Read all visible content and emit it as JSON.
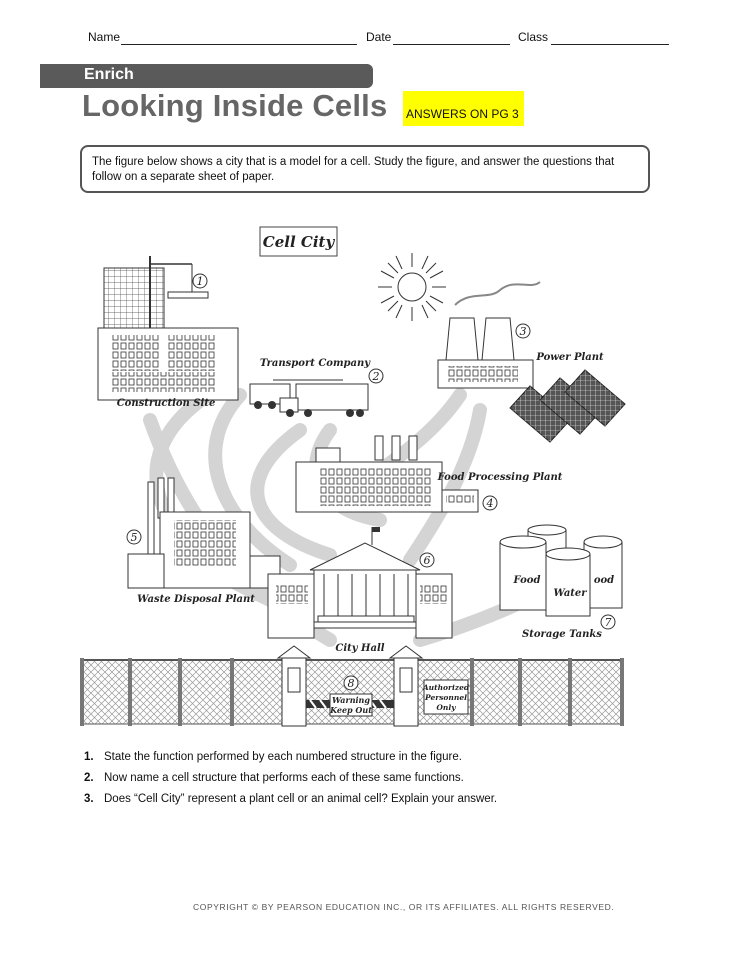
{
  "header": {
    "name_label": "Name",
    "date_label": "Date",
    "class_label": "Class"
  },
  "banner": {
    "label": "Enrich"
  },
  "title": "Looking Inside Cells",
  "answers_note": "ANSWERS ON PG 3",
  "intro": "The figure below shows a city that is a model for a cell. Study the figure, and answer the questions that follow on a separate sheet of paper.",
  "figure": {
    "title": "Cell City",
    "labels": {
      "construction_site": "Construction Site",
      "transport_company": "Transport Company",
      "power_plant": "Power Plant",
      "food_processing_plant": "Food Processing Plant",
      "waste_disposal_plant": "Waste Disposal Plant",
      "city_hall": "City Hall",
      "storage_tanks": "Storage Tanks",
      "tank_food": "Food",
      "tank_water": "Water",
      "tank_food_partial": "ood",
      "warning_1": "Warning",
      "warning_2": "Keep Out",
      "authorized_1": "Authorized",
      "authorized_2": "Personnel",
      "authorized_3": "Only"
    },
    "numbers": [
      "1",
      "2",
      "3",
      "4",
      "5",
      "6",
      "7",
      "8"
    ]
  },
  "questions": [
    {
      "num": "1.",
      "text": "State the function performed by each numbered structure in the figure."
    },
    {
      "num": "2.",
      "text": "Now name a cell structure that performs each of these same functions."
    },
    {
      "num": "3.",
      "text": "Does “Cell City” represent a plant cell or an animal cell? Explain your answer."
    }
  ],
  "copyright": "COPYRIGHT © BY PEARSON EDUCATION INC., OR ITS AFFILIATES. ALL RIGHTS RESERVED."
}
